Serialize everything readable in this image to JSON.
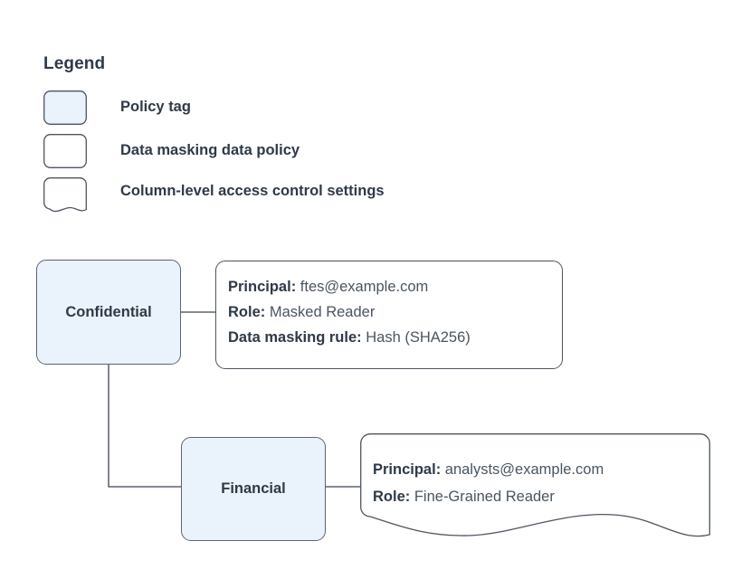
{
  "legend": {
    "title": "Legend",
    "items": [
      {
        "label": "Policy tag",
        "shape": "rounded-rect",
        "fill": "#eaf2fc"
      },
      {
        "label": "Data masking data policy",
        "shape": "rounded-rect",
        "fill": "#ffffff"
      },
      {
        "label": "Column-level access control settings",
        "shape": "wavy-bottom-rect",
        "fill": "#ffffff"
      }
    ]
  },
  "nodes": [
    {
      "id": "confidential",
      "label": "Confidential"
    },
    {
      "id": "financial",
      "label": "Financial"
    }
  ],
  "policy_box": {
    "rows": [
      {
        "key": "Principal:",
        "value": "ftes@example.com"
      },
      {
        "key": "Role:",
        "value": "Masked Reader"
      },
      {
        "key": "Data masking rule:",
        "value": "Hash (SHA256)"
      }
    ]
  },
  "settings_box": {
    "rows": [
      {
        "key": "Principal:",
        "value": "analysts@example.com"
      },
      {
        "key": "Role:",
        "value": "Fine-Grained Reader"
      }
    ]
  },
  "colors": {
    "tag_fill": "#eaf2fc",
    "stroke": "#4d5560",
    "text": "#2f3a47",
    "value_text": "#4a5560",
    "background": "#ffffff"
  }
}
